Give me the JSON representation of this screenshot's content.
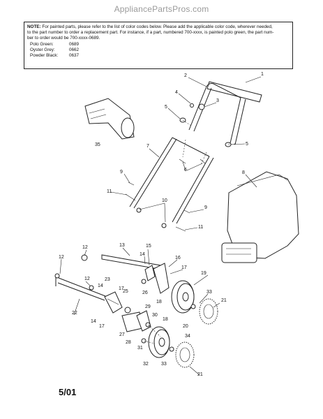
{
  "watermark": "AppliancePartsPros.com",
  "note": {
    "label": "NOTE:",
    "line1_rest": " For painted parts, please refer to the list of color codes below. Please add the applicable color code, wherever needed,",
    "line2": "to the part number to order a replacement part. For instance, if a part, numbered 700-xxxx, is painted polo green, the part num-",
    "line3": "ber to order would be 700-xxxx-0689.",
    "colors": [
      {
        "name": "Polo Green:",
        "code": "0689"
      },
      {
        "name": "Oyster Grey:",
        "code": "0662"
      },
      {
        "name": "Powder Black:",
        "code": "0637"
      }
    ]
  },
  "callouts": [
    "1",
    "2",
    "3",
    "4",
    "5",
    "5",
    "6",
    "7",
    "8",
    "9",
    "9",
    "10",
    "11",
    "11",
    "12",
    "12",
    "12",
    "13",
    "14",
    "14",
    "14",
    "15",
    "16",
    "17",
    "17",
    "17",
    "18",
    "18",
    "19",
    "20",
    "21",
    "21",
    "22",
    "23",
    "25",
    "26",
    "27",
    "28",
    "29",
    "30",
    "31",
    "32",
    "33",
    "33",
    "34",
    "35"
  ],
  "footer": {
    "date": "5/01"
  }
}
